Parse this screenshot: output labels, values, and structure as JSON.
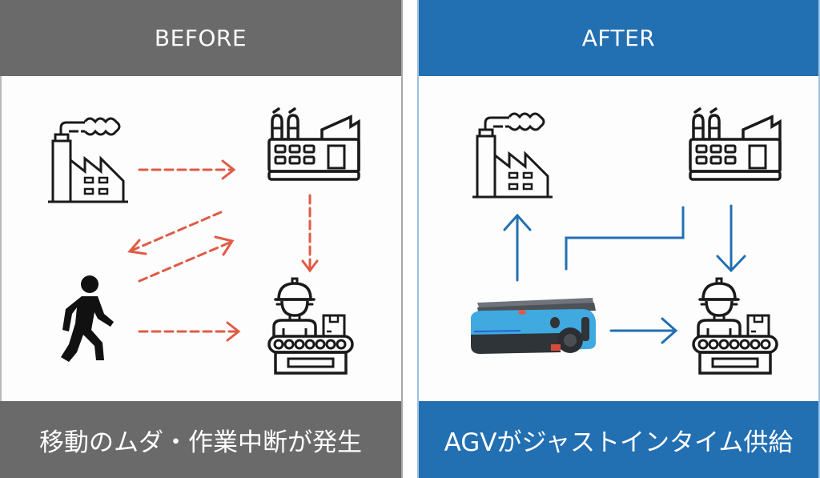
{
  "before": {
    "title": "BEFORE",
    "caption": "移動のムダ・作業中断が発生",
    "colors": {
      "header": "#6a6a6a",
      "arrow": "#e05a47",
      "icon": "#1a1a1a"
    },
    "nodes": [
      "factory-smokestack-icon",
      "factory-building-icon",
      "walking-worker-icon",
      "conveyor-worker-icon"
    ],
    "flows": [
      {
        "from": "factory-smokestack",
        "to": "factory-building",
        "style": "dashed"
      },
      {
        "from": "factory-building",
        "to": "walking-worker",
        "style": "dashed"
      },
      {
        "from": "walking-worker",
        "to": "factory-building",
        "style": "dashed"
      },
      {
        "from": "factory-building",
        "to": "conveyor-worker",
        "style": "dashed"
      },
      {
        "from": "walking-worker",
        "to": "conveyor-worker",
        "style": "dashed"
      }
    ]
  },
  "after": {
    "title": "AFTER",
    "caption": "AGVがジャストインタイム供給",
    "colors": {
      "header": "#226fb2",
      "arrow": "#226fb2",
      "agv_body": "#3fa9e0"
    },
    "nodes": [
      "factory-smokestack-icon",
      "factory-building-icon",
      "agv-robot",
      "conveyor-worker-icon"
    ],
    "flows": [
      {
        "from": "agv",
        "to": "factory-smokestack",
        "style": "solid"
      },
      {
        "from": "factory-building",
        "to": "agv",
        "style": "solid"
      },
      {
        "from": "factory-building",
        "to": "conveyor-worker",
        "style": "solid"
      },
      {
        "from": "agv",
        "to": "conveyor-worker",
        "style": "solid"
      }
    ]
  }
}
